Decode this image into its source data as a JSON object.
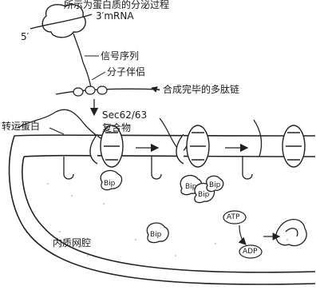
{
  "top_title_partial": "所示为蛋白质的分泌过程",
  "labels": {
    "mrna": "3′mRNA",
    "five_prime": "5′",
    "signal_sequence": "信号序列",
    "chaperone": "分子伴侣",
    "completed_polypeptide": "合成完毕的多肽链",
    "sec_complex_line1": "Sec62/63",
    "sec_complex_line2": "复合物",
    "translocator": "转运蛋白",
    "er_lumen": "内质网腔",
    "bip": "Bip",
    "atp": "ATP",
    "adp": "ADP"
  }
}
